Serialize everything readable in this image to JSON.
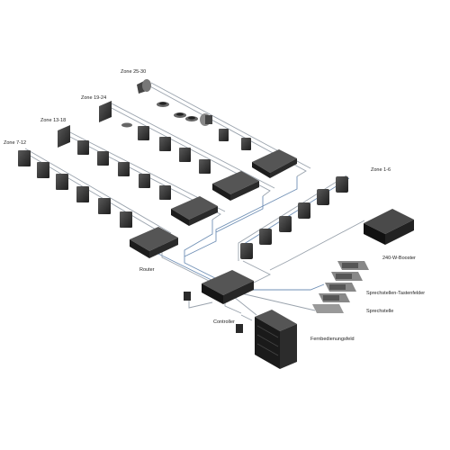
{
  "labels": {
    "zone_25_30": "Zone 25-30",
    "zone_19_24": "Zone 19-24",
    "zone_13_18": "Zone 13-18",
    "zone_7_12": "Zone 7-12",
    "zone_1_6": "Zone 1-6",
    "router": "Router",
    "controller": "Controller",
    "booster": "240-W-Booster",
    "keypad": "Sprechstellen-Tastenfelder",
    "station": "Sprechstelle",
    "remote_panel": "Fernbedienungsfeld"
  },
  "colors": {
    "device": "#2b2b2b",
    "speaker": "#3a3a3a",
    "cable": "#9aa3ad",
    "cable_accent": "#6f8fb5"
  }
}
